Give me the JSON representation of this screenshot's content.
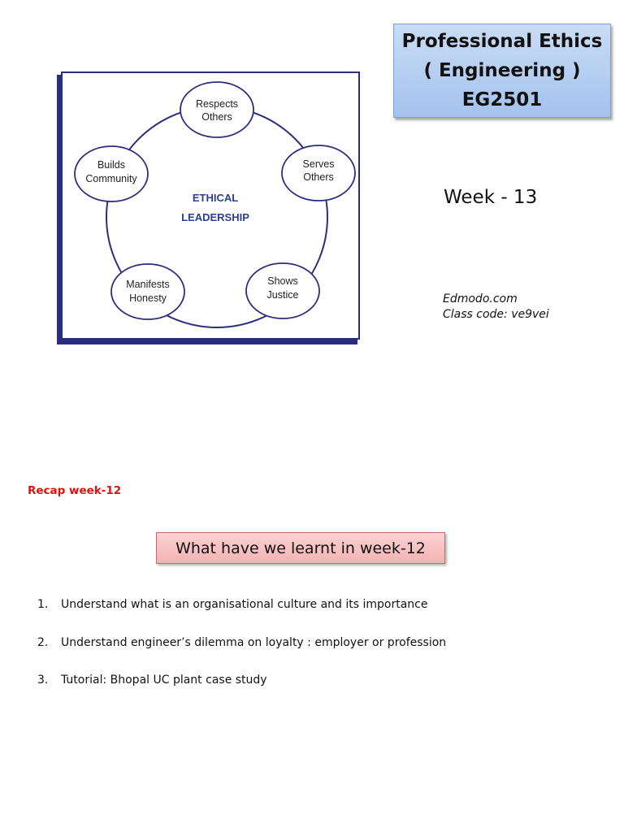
{
  "diagram": {
    "center": {
      "line1": "ETHICAL",
      "line2": "LEADERSHIP"
    },
    "nodes": [
      {
        "line1": "Respects",
        "line2": "Others"
      },
      {
        "line1": "Serves",
        "line2": "Others"
      },
      {
        "line1": "Shows",
        "line2": "Justice"
      },
      {
        "line1": "Manifests",
        "line2": "Honesty"
      },
      {
        "line1": "Builds",
        "line2": "Community"
      }
    ],
    "colors": {
      "frame": "#2d2d7e",
      "center_text": "#2e3f8f"
    }
  },
  "title": {
    "line1": "Professional Ethics",
    "line2": "( Engineering )",
    "line3": "EG2501"
  },
  "week": "Week - 13",
  "edmodo": {
    "site": "Edmodo.com",
    "class_code": "Class code: ve9vei"
  },
  "recap": "Recap week-12",
  "learnt_heading": "What have we learnt in week-12",
  "items": [
    {
      "num": "1.",
      "text": "Understand what is an organisational culture and its importance"
    },
    {
      "num": "2.",
      "text": "Understand engineer’s dilemma  on loyalty : employer or profession"
    },
    {
      "num": "3.",
      "text": "Tutorial:  Bhopal UC plant case study"
    }
  ]
}
